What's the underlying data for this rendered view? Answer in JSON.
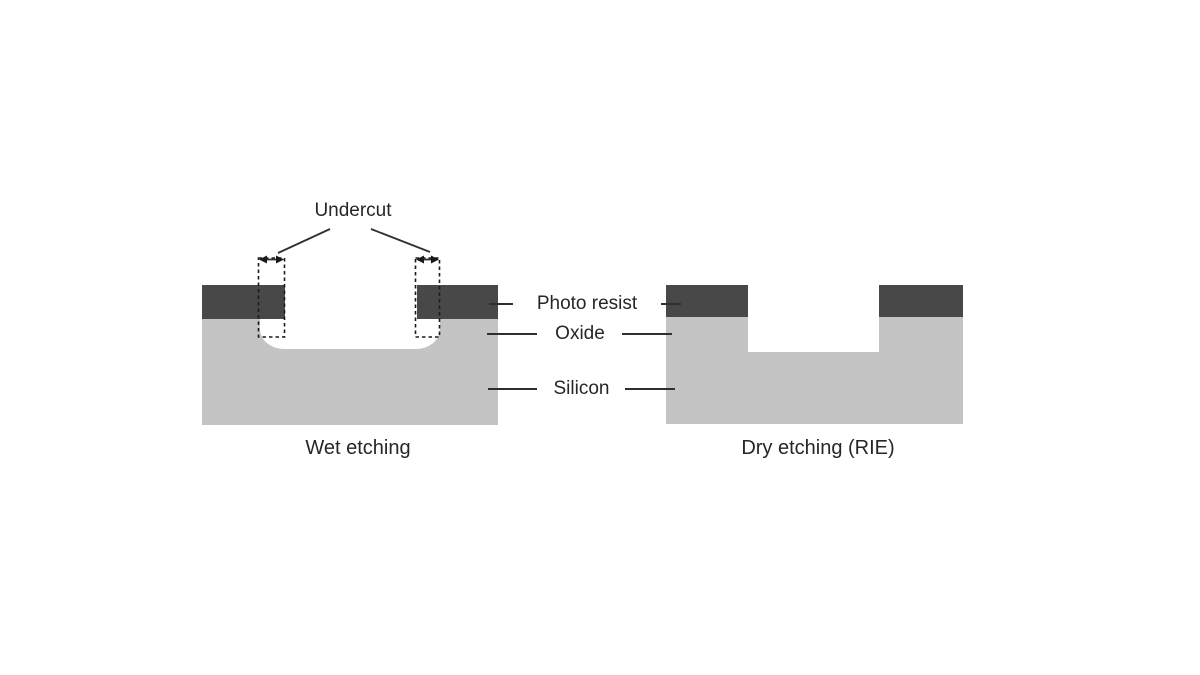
{
  "diagram": {
    "undercut_label": "Undercut",
    "layers": {
      "photoresist": "Photo resist",
      "oxide": "Oxide",
      "silicon": "Silicon"
    },
    "captions": {
      "left": "Wet etching",
      "right": "Dry etching (RIE)"
    },
    "colors": {
      "photoresist": "#484848",
      "substrate": "#c4c4c4",
      "line": "#2f2f2f",
      "text": "#262626",
      "background": "#ffffff"
    }
  }
}
